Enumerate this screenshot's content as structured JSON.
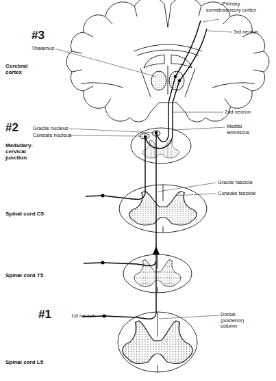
{
  "diagram": {
    "labels": [
      "Primary somatosensory cortex",
      "#3",
      "3rd neuron",
      "Thalamus",
      "Cerebral cortex",
      "2nd neuron",
      "#2",
      "Gracile nucleus",
      "Medial lemniscus",
      "Cuneate nucleus",
      "Medullary-cervical junction",
      "Gracile fascicle",
      "Cuneate fascicle",
      "Spinal cord C5",
      "Spinal cord T5",
      "#1",
      "1st neuron",
      "Dorsal (posterior) column",
      "Spinal cord L5"
    ]
  }
}
